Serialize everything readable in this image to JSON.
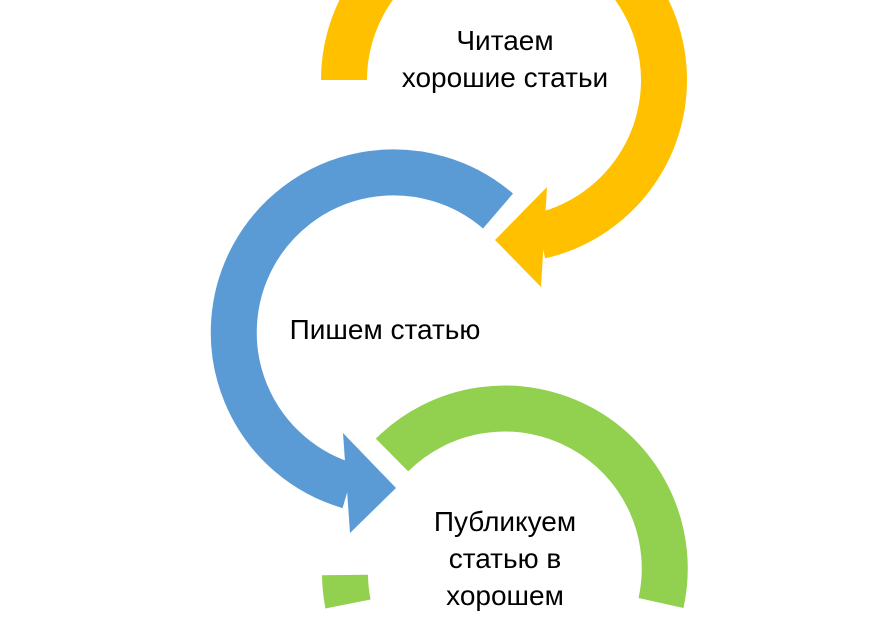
{
  "colors": {
    "yellow": "#FFC000",
    "blue": "#5B9BD5",
    "green": "#92D050"
  },
  "steps": [
    {
      "line1": "Читаем",
      "line2": "хорошие статьи"
    },
    {
      "line1": "Пишем статью"
    },
    {
      "line1": "Публикуем",
      "line2": "статью в",
      "line3": "хорошем"
    }
  ]
}
